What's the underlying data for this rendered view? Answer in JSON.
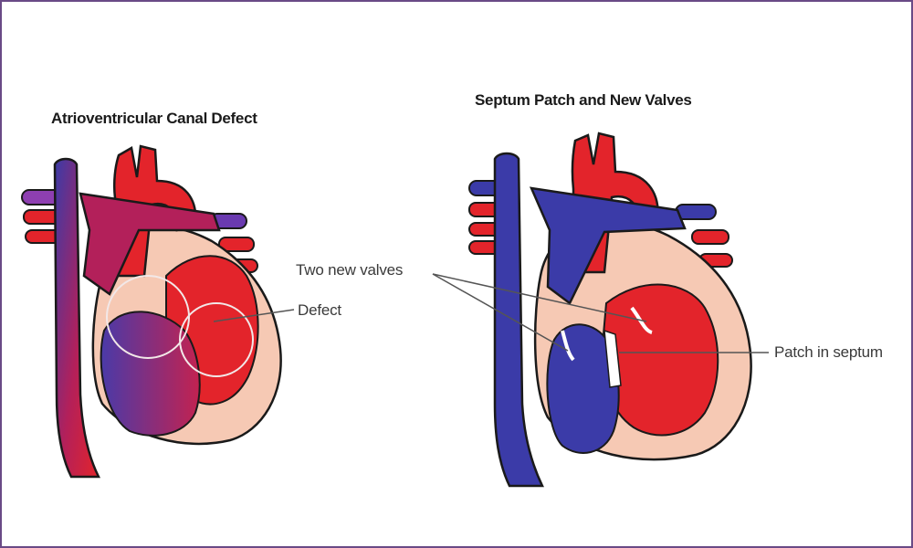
{
  "left_diagram": {
    "title": "Atrioventricular Canal Defect",
    "labels": {
      "defect": "Defect"
    }
  },
  "right_diagram": {
    "title": "Septum Patch and New Valves",
    "labels": {
      "valves": "Two new valves",
      "patch": "Patch in septum"
    }
  },
  "colors": {
    "frame": "#6a4a86",
    "oxygenated": "#e3242b",
    "deoxygenated": "#3b3ba8",
    "mixed": "#b3205a",
    "muscle": "#f6c9b4",
    "outline": "#1a1a1a",
    "leader": "#555555"
  }
}
